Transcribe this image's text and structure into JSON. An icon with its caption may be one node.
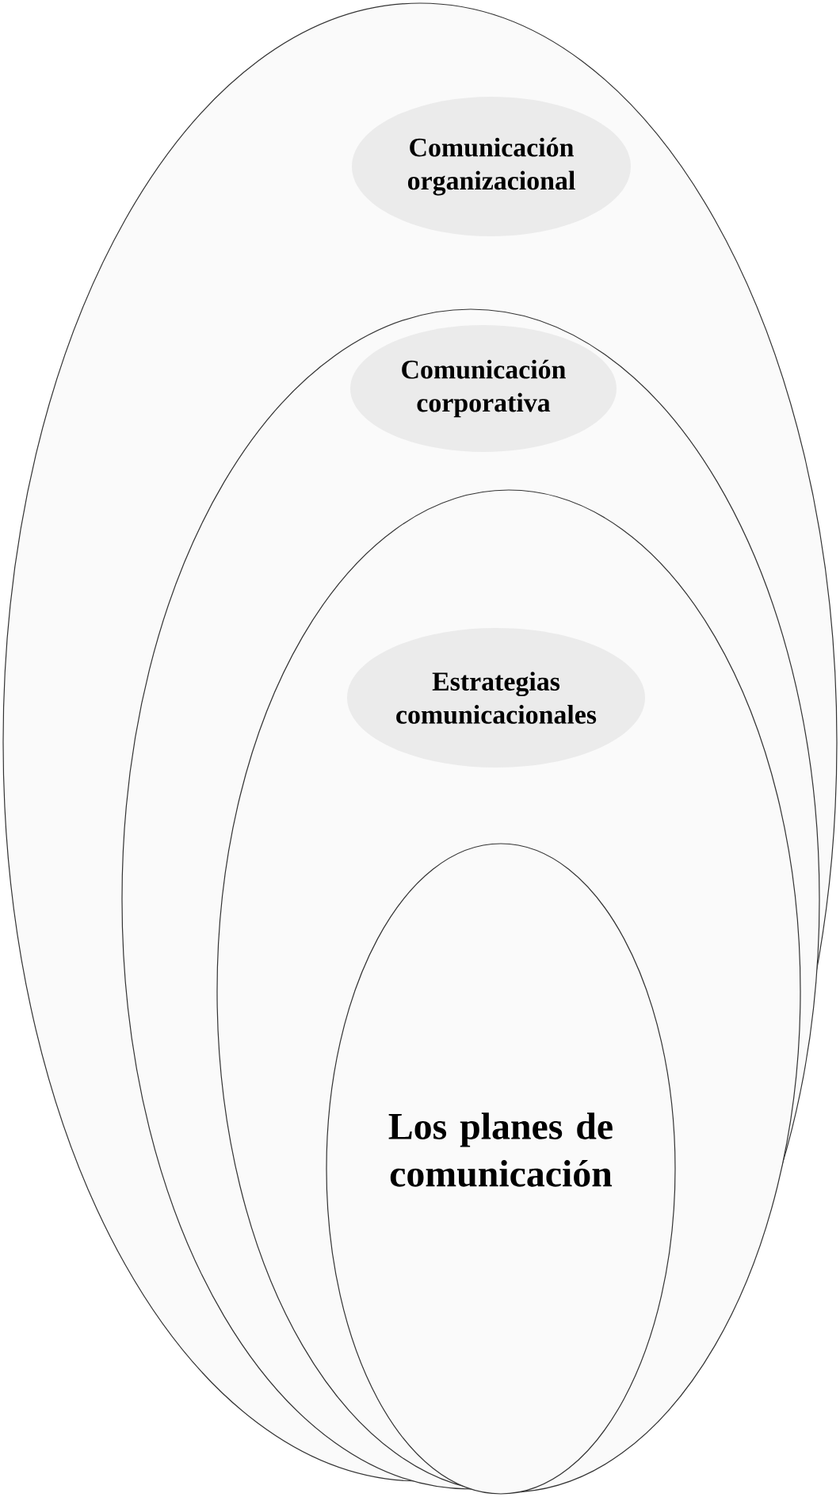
{
  "diagram": {
    "nodes": [
      {
        "text": [
          "Comunicación organizacional"
        ]
      },
      {
        "text": [
          "Comunicación corporativa"
        ],
        "in": 0
      },
      {
        "text": [
          "Estrategias comunicacionales"
        ],
        "in": 1
      },
      {
        "text": [
          "Los planes de comunicación"
        ],
        "in": 2
      }
    ]
  }
}
